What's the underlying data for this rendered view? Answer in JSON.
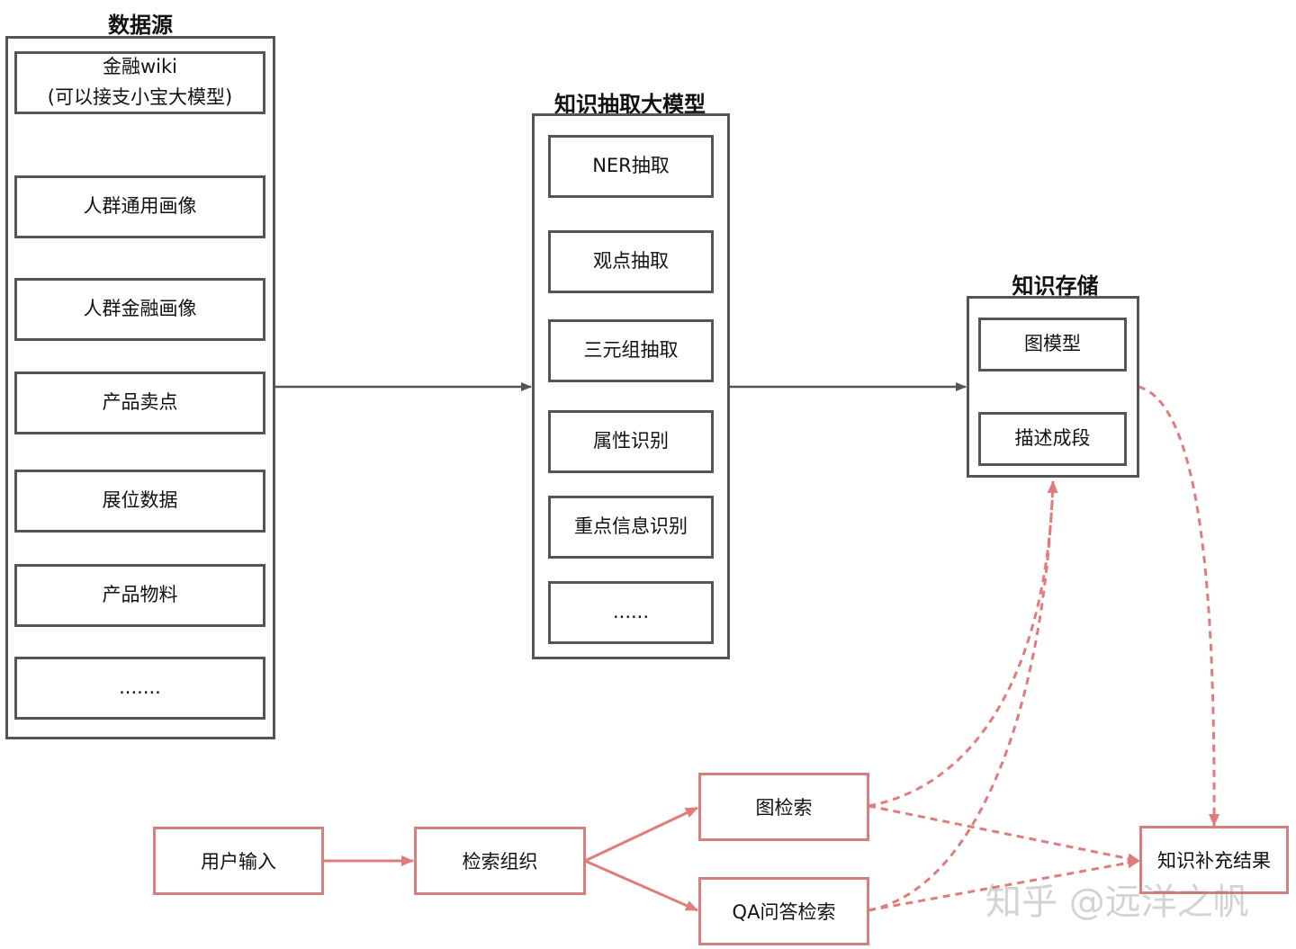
{
  "groups": {
    "data_source": {
      "title": "数据源",
      "items": [
        "金融wiki",
        "(可以接支小宝大模型)",
        "人群通用画像",
        "人群金融画像",
        "产品卖点",
        "展位数据",
        "产品物料",
        "......."
      ]
    },
    "extraction": {
      "title": "知识抽取大模型",
      "items": [
        "NER抽取",
        "观点抽取",
        "三元组抽取",
        "属性识别",
        "重点信息识别",
        "......"
      ]
    },
    "storage": {
      "title": "知识存储",
      "items": [
        "图模型",
        "描述成段"
      ]
    }
  },
  "flow": {
    "user_input": "用户输入",
    "retrieval_org": "检索组织",
    "graph_search": "图检索",
    "qa_search": "QA问答检索",
    "result": "知识补充结果"
  },
  "watermark": "知乎 @远洋之帆",
  "colors": {
    "border": "#555555",
    "flow": "#d77f7f",
    "arrow": "#555555"
  }
}
